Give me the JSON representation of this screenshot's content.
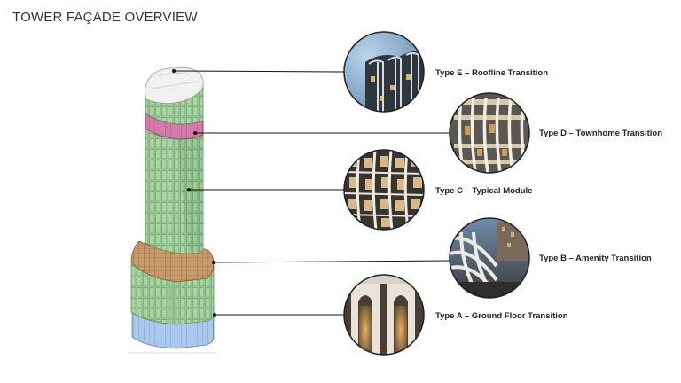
{
  "page": {
    "title": "TOWER FAÇADE OVERVIEW"
  },
  "callouts": [
    {
      "id": "type-e",
      "label": "Type E – Roofline Transition"
    },
    {
      "id": "type-d",
      "label": "Type D – Townhome Transition"
    },
    {
      "id": "type-c",
      "label": "Type C – Typical Module"
    },
    {
      "id": "type-b",
      "label": "Type B – Amenity Transition"
    },
    {
      "id": "type-a",
      "label": "Type A – Ground Floor Transition"
    }
  ],
  "colors": {
    "shaft_green": "#a8d4a2",
    "shaft_dark": "#7fb07a",
    "crown_band": "#d57aa8",
    "amenity_band": "#c89a6a",
    "base_blue": "#a9c8ee",
    "roof": "#eeeeee",
    "leader": "#111111"
  }
}
